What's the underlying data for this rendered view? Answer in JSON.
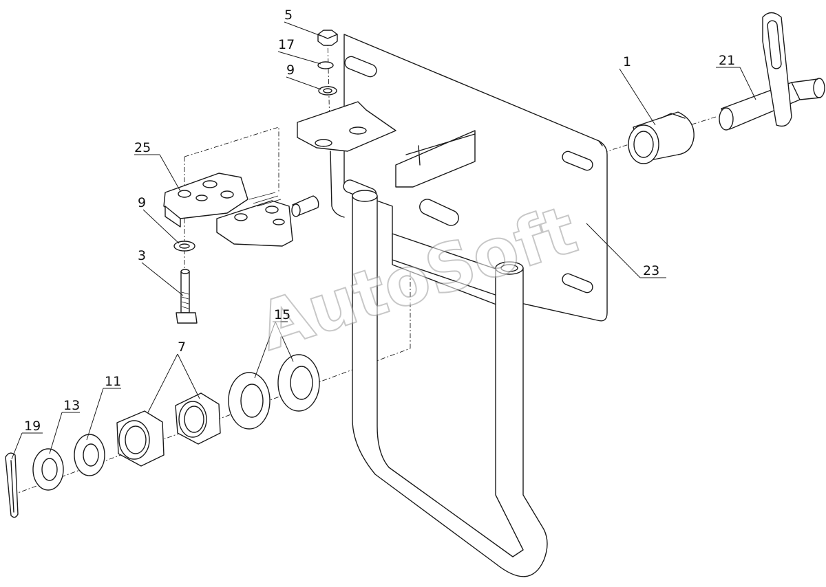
{
  "watermark": "AutoSoft",
  "callouts": [
    {
      "id": "c5",
      "label": "5"
    },
    {
      "id": "c17",
      "label": "17"
    },
    {
      "id": "c9a",
      "label": "9"
    },
    {
      "id": "c25",
      "label": "25"
    },
    {
      "id": "c9b",
      "label": "9"
    },
    {
      "id": "c3",
      "label": "3"
    },
    {
      "id": "c1",
      "label": "1"
    },
    {
      "id": "c21",
      "label": "21"
    },
    {
      "id": "c23",
      "label": "23"
    },
    {
      "id": "c15",
      "label": "15"
    },
    {
      "id": "c7",
      "label": "7"
    },
    {
      "id": "c11",
      "label": "11"
    },
    {
      "id": "c13",
      "label": "13"
    },
    {
      "id": "c19",
      "label": "19"
    }
  ]
}
